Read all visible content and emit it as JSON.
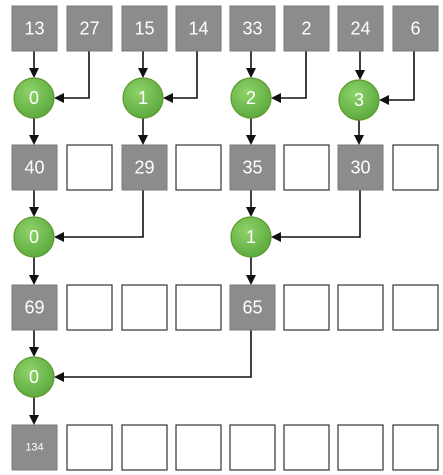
{
  "colors": {
    "cell_filled": "#8c8c8c",
    "cell_empty": "#ffffff",
    "cell_border": "#333333",
    "node_fill": "#5aa83c",
    "node_highlight": "#8fd36a",
    "edge": "#111111",
    "text_light": "#ffffff"
  },
  "rows": [
    {
      "cells": [
        "13",
        "27",
        "15",
        "14",
        "33",
        "2",
        "24",
        "6"
      ]
    },
    {
      "cells": [
        "40",
        "",
        "29",
        "",
        "35",
        "",
        "30",
        ""
      ]
    },
    {
      "cells": [
        "69",
        "",
        "",
        "",
        "65",
        "",
        "",
        ""
      ]
    },
    {
      "cells": [
        "134",
        "",
        "",
        "",
        "",
        "",
        "",
        ""
      ]
    }
  ],
  "nodes": [
    {
      "label": "0"
    },
    {
      "label": "1"
    },
    {
      "label": "2"
    },
    {
      "label": "3"
    },
    {
      "label": "0"
    },
    {
      "label": "1"
    },
    {
      "label": "0"
    }
  ]
}
